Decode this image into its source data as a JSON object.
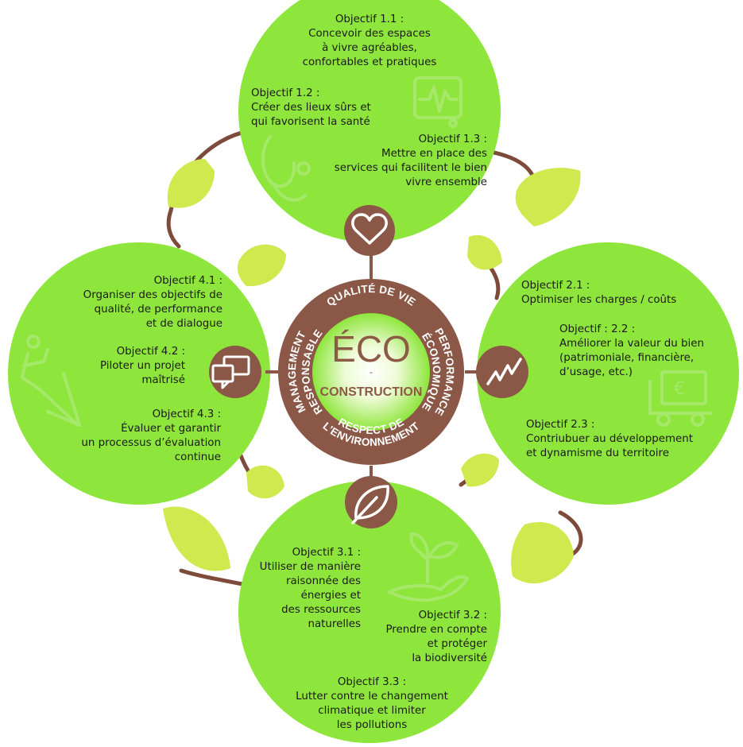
{
  "colors": {
    "circle_green": "#8ee63c",
    "leaf_green": "#cfe94f",
    "brown": "#8b5847",
    "stem_brown": "#7e4b3a",
    "center_glow": "#d9f7a4",
    "icon_faint": "#a6e86a"
  },
  "center": {
    "title": "ÉCO",
    "dash": "-",
    "subtitle": "CONSTRUCTION"
  },
  "ring": {
    "top": "QUALITÉ DE VIE",
    "bottom_line1": "RESPECT DE",
    "bottom_line2": "L’ENVIRONNEMENT",
    "right_line1": "PERFORMANCE",
    "right_line2": "ÉCONOMIQUE",
    "left_line1": "MANAGEMENT",
    "left_line2": "RESPONSABLE"
  },
  "hubs": {
    "top": "heart-icon",
    "right": "trend-line-icon",
    "bottom": "leaf-icon",
    "left": "chat-bubbles-icon"
  },
  "decor_icons": {
    "top": [
      "heart-monitor-icon",
      "stethoscope-icon"
    ],
    "right": [
      "money-trolley-icon"
    ],
    "bottom": [
      "hand-plant-icon"
    ],
    "left": [
      "runner-arrow-icon"
    ]
  },
  "objectives": {
    "o11": {
      "head": "Objectif 1.1 :",
      "lines": [
        "Concevoir des espaces",
        "à vivre agréables,",
        "confortables et pratiques"
      ]
    },
    "o12": {
      "head": "Objectif 1.2 :",
      "lines": [
        "Créer des lieux sûrs et",
        "qui favorisent la santé"
      ]
    },
    "o13": {
      "head": "Objectif 1.3 :",
      "lines": [
        "Mettre en place des",
        "services qui facilitent le bien",
        "vivre ensemble"
      ]
    },
    "o21": {
      "head": "Objectif 2.1 :",
      "lines": [
        "Optimiser les charges / coûts"
      ]
    },
    "o22": {
      "head": "Objectif : 2.2 :",
      "lines": [
        "Améliorer la valeur du bien",
        "(patrimoniale, financière,",
        "d’usage, etc.)"
      ]
    },
    "o23": {
      "head": "Objectif 2.3 :",
      "lines": [
        "Contriubuer au développement",
        "et dynamisme du territoire"
      ]
    },
    "o31": {
      "head": "Objectif 3.1 :",
      "lines": [
        "Utiliser de manière",
        "raisonnée des",
        "énergies et",
        "des ressources",
        "naturelles"
      ]
    },
    "o32": {
      "head": "Objectif 3.2 :",
      "lines": [
        "Prendre en compte",
        "et protéger",
        "la biodiversité"
      ]
    },
    "o33": {
      "head": "Objectif 3.3 :",
      "lines": [
        "Lutter contre le changement",
        "climatique et limiter",
        "les pollutions"
      ]
    },
    "o41": {
      "head": "Objectif 4.1 :",
      "lines": [
        "Organiser des objectifs de",
        "qualité, de performance",
        "et de dialogue"
      ]
    },
    "o42": {
      "head": "Objectif 4.2 :",
      "lines": [
        "Piloter un projet",
        "maîtrisé"
      ]
    },
    "o43": {
      "head": "Objectif 4.3 :",
      "lines": [
        "Évaluer et garantir",
        "un processus d’évaluation",
        "continue"
      ]
    }
  }
}
